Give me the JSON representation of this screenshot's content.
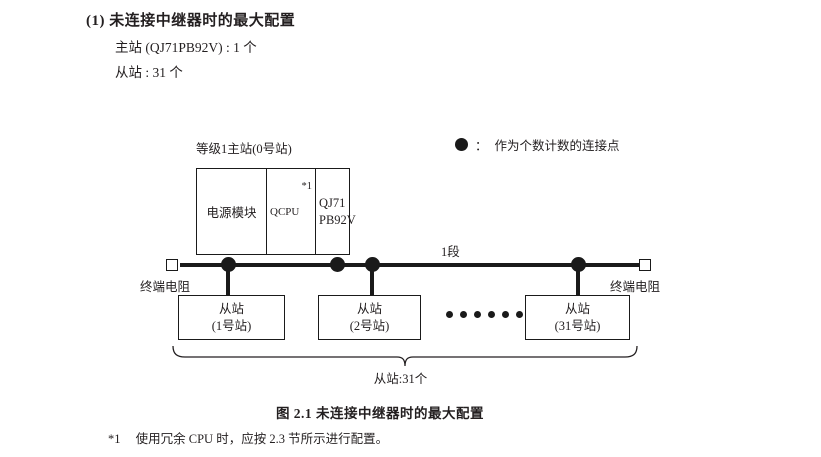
{
  "heading": {
    "number": "(1)",
    "title": "未连接中继器时的最大配置",
    "master_line": "主站 (QJ71PB92V) : 1 个",
    "slave_line": "从站 : 31 个"
  },
  "legend": {
    "icon": "filled-circle-icon",
    "separator": "：",
    "text": "作为个数计数的连接点"
  },
  "diagram": {
    "master_label": "等级1主站(0号站)",
    "rack": {
      "power_module": "电源模块",
      "cpu_module": "QCPU",
      "cpu_footnote_mark": "*1",
      "network_module_line1": "QJ71",
      "network_module_line2": "PB92V"
    },
    "segment_label": "1段",
    "terminator_left": "终端电阻",
    "terminator_right": "终端电阻",
    "slaves": [
      {
        "name": "从站",
        "station": "(1号站)"
      },
      {
        "name": "从站",
        "station": "(2号站)"
      },
      {
        "name": "从站",
        "station": "(31号站)"
      }
    ],
    "ellipsis_count": 6,
    "slave_total_label": "从站:31个"
  },
  "caption": "图 2.1  未连接中继器时的最大配置",
  "footnote": {
    "mark": "*1",
    "text": "使用冗余 CPU 时，应按 2.3 节所示进行配置。"
  },
  "colors": {
    "ink": "#231f20",
    "line": "#1a1a1a",
    "background": "#ffffff"
  }
}
